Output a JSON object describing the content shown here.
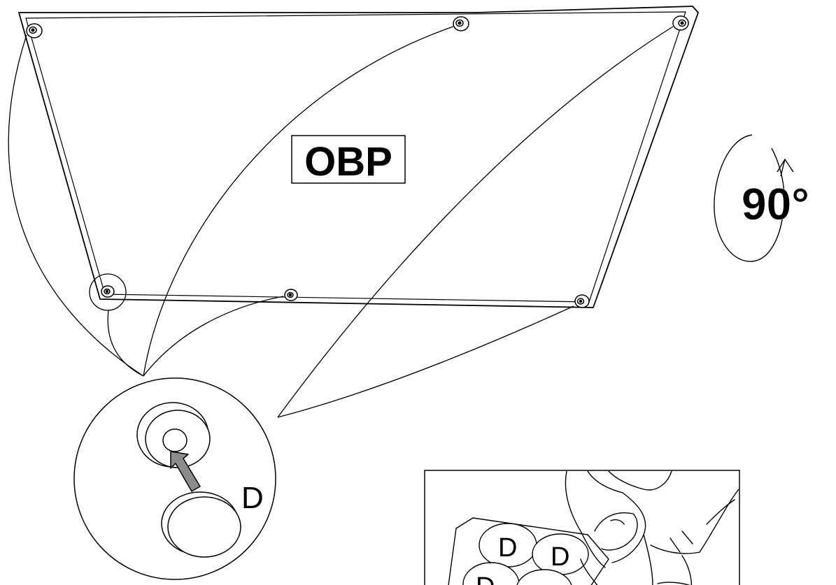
{
  "panel_label": "OBP",
  "rotation": {
    "angle_text": "90°"
  },
  "detail": {
    "part_label": "D"
  },
  "inset": {
    "sheet_labels": [
      "D",
      "D",
      "D"
    ]
  },
  "colors": {
    "ink": "#000000",
    "paper": "#ffffff",
    "arrow_fill": "#8c8c8c"
  }
}
